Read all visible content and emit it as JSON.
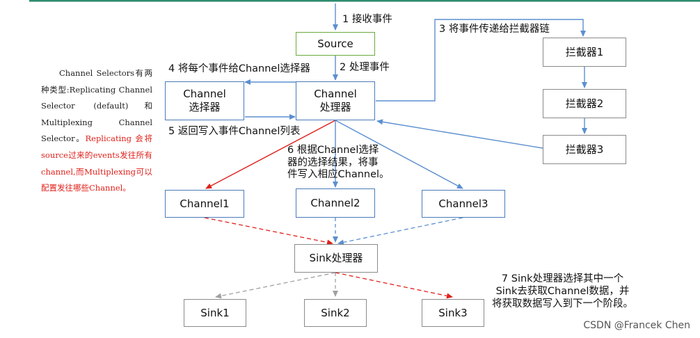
{
  "nodes": {
    "source": "Source",
    "channel_selector": [
      "Channel",
      "选择器"
    ],
    "channel_processor": [
      "Channel",
      "处理器"
    ],
    "interceptor1": "拦截器1",
    "interceptor2": "拦截器2",
    "interceptor3": "拦截器3",
    "channel1": "Channel1",
    "channel2": "Channel2",
    "channel3": "Channel3",
    "sink_processor": "Sink处理器",
    "sink1": "Sink1",
    "sink2": "Sink2",
    "sink3": "Sink3"
  },
  "labels": {
    "step1": "1 接收事件",
    "step2": "2 处理事件",
    "step3": "3 将事件传递给拦截器链",
    "step4": "4 将每个事件给Channel选择器",
    "step5": "5 返回写入事件Channel列表",
    "step6": [
      "6 根据Channel选择",
      "器的选择结果，将事",
      "件写入相应Channel。"
    ],
    "step7": [
      "7 Sink处理器选择其中一个",
      "Sink去获取Channel数据，并",
      "将获取数据写入到下一个阶段。"
    ]
  },
  "side_note": {
    "black1": "Channel Selectors有两种类型:Replicating Channel Selector (default)和Multiplexing Channel Selector。",
    "red1": "Replicating 会将source过来的events发往所有channel,而Multiplexing可以配置发往哪些Channel。"
  },
  "watermark": "CSDN @Francek Chen",
  "colors": {
    "blue": "#4a7ab8",
    "arrow_blue": "#5b8fd0",
    "red": "#e0201b",
    "gray": "#a0a0a0",
    "top_bar": "#2e8b6e",
    "green": "#6aab3e"
  }
}
